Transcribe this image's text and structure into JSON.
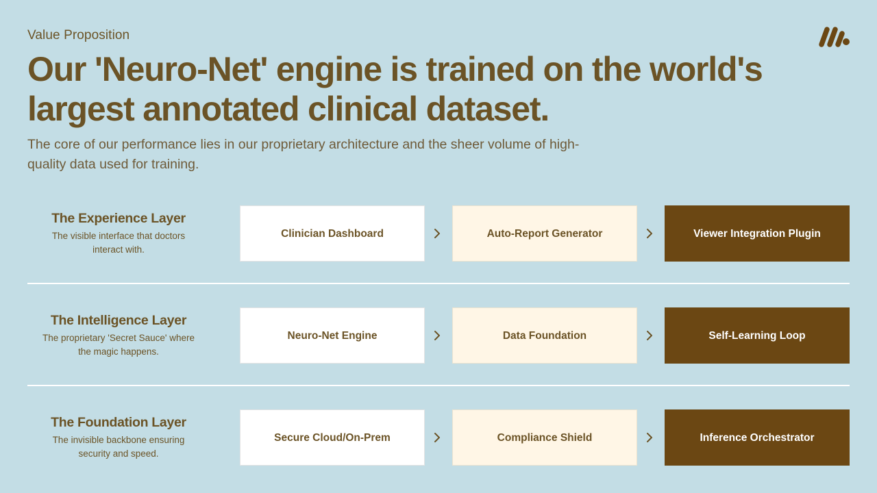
{
  "header": {
    "eyebrow": "Value Proposition",
    "headline": "Our 'Neuro-Net' engine is trained on the world's largest annotated clinical dataset.",
    "subhead": "The core of our performance lies in our proprietary architecture and the sheer volume of high-quality data used for training."
  },
  "logo": {
    "icon": "brand-logo-icon",
    "color": "#6b4713"
  },
  "layers": [
    {
      "title": "The Experience Layer",
      "description": "The visible interface that doctors interact with.",
      "steps": [
        "Clinician Dashboard",
        "Auto-Report Generator",
        "Viewer Integration Plugin"
      ]
    },
    {
      "title": "The Intelligence Layer",
      "description": "The proprietary 'Secret Sauce' where the magic happens.",
      "steps": [
        "Neuro-Net Engine",
        "Data Foundation",
        "Self-Learning Loop"
      ]
    },
    {
      "title": "The Foundation Layer",
      "description": "The invisible backbone ensuring security and speed.",
      "steps": [
        "Secure Cloud/On-Prem",
        "Compliance Shield",
        "Inference Orchestrator"
      ]
    }
  ],
  "colors": {
    "background": "#c3dde5",
    "text": "#6b5326",
    "box_light": "#ffffff",
    "box_cream": "#fff6e6",
    "box_dark": "#6b4713"
  }
}
